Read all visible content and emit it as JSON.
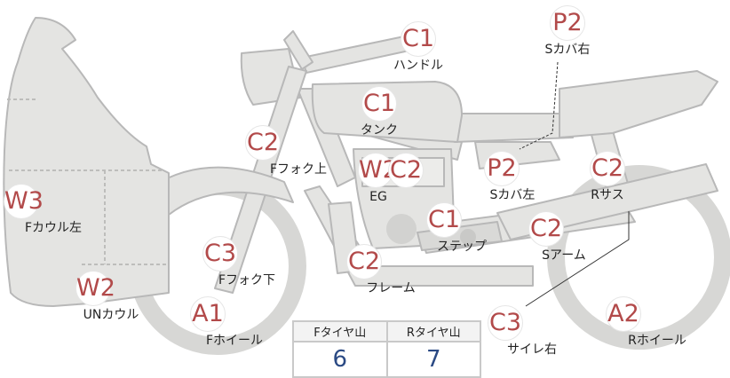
{
  "parts": {
    "handle": {
      "grade": "C1",
      "name": "ハンドル"
    },
    "side_cover_r": {
      "grade": "P2",
      "name": "Sカバ右"
    },
    "tank": {
      "grade": "C1",
      "name": "タンク"
    },
    "fork_upper": {
      "grade": "C2",
      "name": "Fフォク上"
    },
    "engine": {
      "grade1": "W2",
      "grade2": "C2",
      "name": "EG"
    },
    "side_cover_l": {
      "grade": "P2",
      "name": "Sカバ左"
    },
    "rear_sus": {
      "grade": "C2",
      "name": "Rサス"
    },
    "cowl_l": {
      "grade": "W3",
      "name": "Fカウル左"
    },
    "step": {
      "grade": "C1",
      "name": "ステップ"
    },
    "swing_arm": {
      "grade": "C2",
      "name": "Sアーム"
    },
    "fork_lower": {
      "grade": "C3",
      "name": "Fフォク下"
    },
    "frame": {
      "grade": "C2",
      "name": "フレーム"
    },
    "under_cowl": {
      "grade": "W2",
      "name": "UNカウル"
    },
    "front_wheel": {
      "grade": "A1",
      "name": "Fホイール"
    },
    "silencer_r": {
      "grade": "C3",
      "name": "サイレ右"
    },
    "rear_wheel": {
      "grade": "A2",
      "name": "Rホイール"
    }
  },
  "tread": {
    "front_label": "Fタイヤ山",
    "rear_label": "Rタイヤ山",
    "front_value": "6",
    "rear_value": "7"
  },
  "colors": {
    "grade": "#b24a4a",
    "tread_value": "#2b4a84",
    "bike_fill": "#e4e4e2",
    "bike_stroke": "#b8b8b8"
  }
}
